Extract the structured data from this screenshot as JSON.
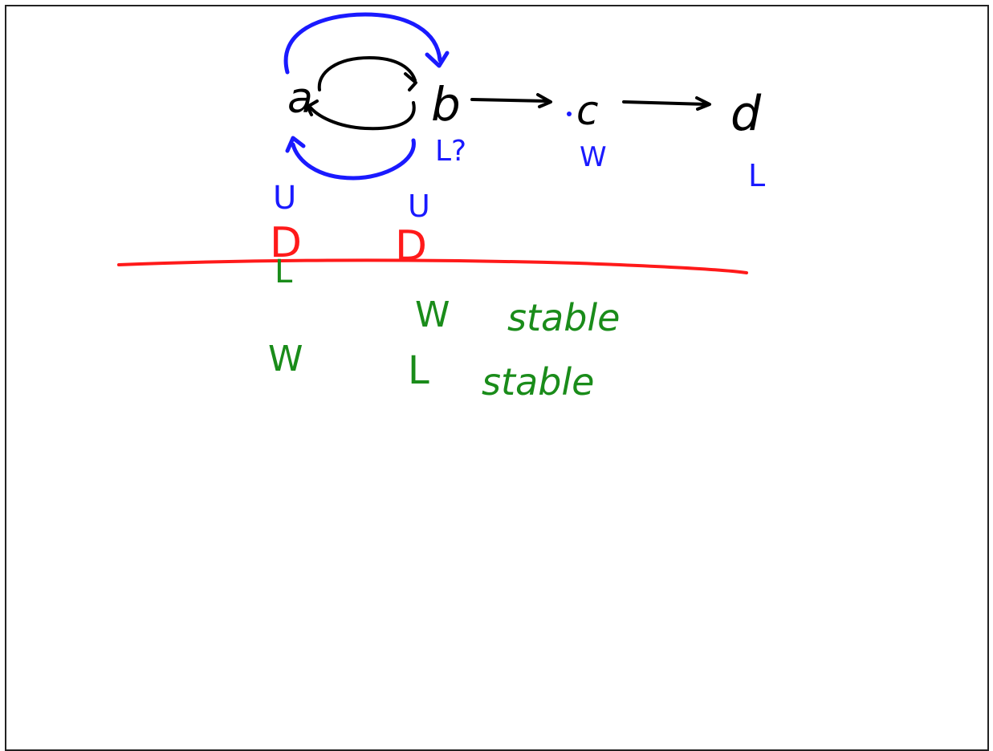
{
  "nodes": [
    {
      "id": "a",
      "label": "a"
    },
    {
      "id": "b",
      "label": "b"
    },
    {
      "id": "c",
      "label": "c"
    },
    {
      "id": "d",
      "label": "d"
    }
  ],
  "annotations_blue": [
    {
      "label": "L?",
      "for": "b"
    },
    {
      "label": "W",
      "for": "c"
    },
    {
      "label": "L",
      "for": "d"
    },
    {
      "label": "U",
      "for": "a"
    },
    {
      "label": "U",
      "for": "b"
    }
  ],
  "annotations_red": [
    {
      "label": "D",
      "for": "a"
    },
    {
      "label": "D",
      "for": "b"
    }
  ],
  "annotations_green": [
    {
      "label": "L",
      "for": "a"
    },
    {
      "label": "W",
      "for": "a"
    },
    {
      "label": "W",
      "for": "b"
    },
    {
      "label": "L",
      "for": "b"
    },
    {
      "label": "stable"
    },
    {
      "label": "stable"
    }
  ],
  "colors": {
    "ink_black": "#000000",
    "ink_blue": "#1a1aff",
    "ink_red": "#ff1a1a",
    "ink_green": "#1a8c1a",
    "background": "#ffffff"
  }
}
